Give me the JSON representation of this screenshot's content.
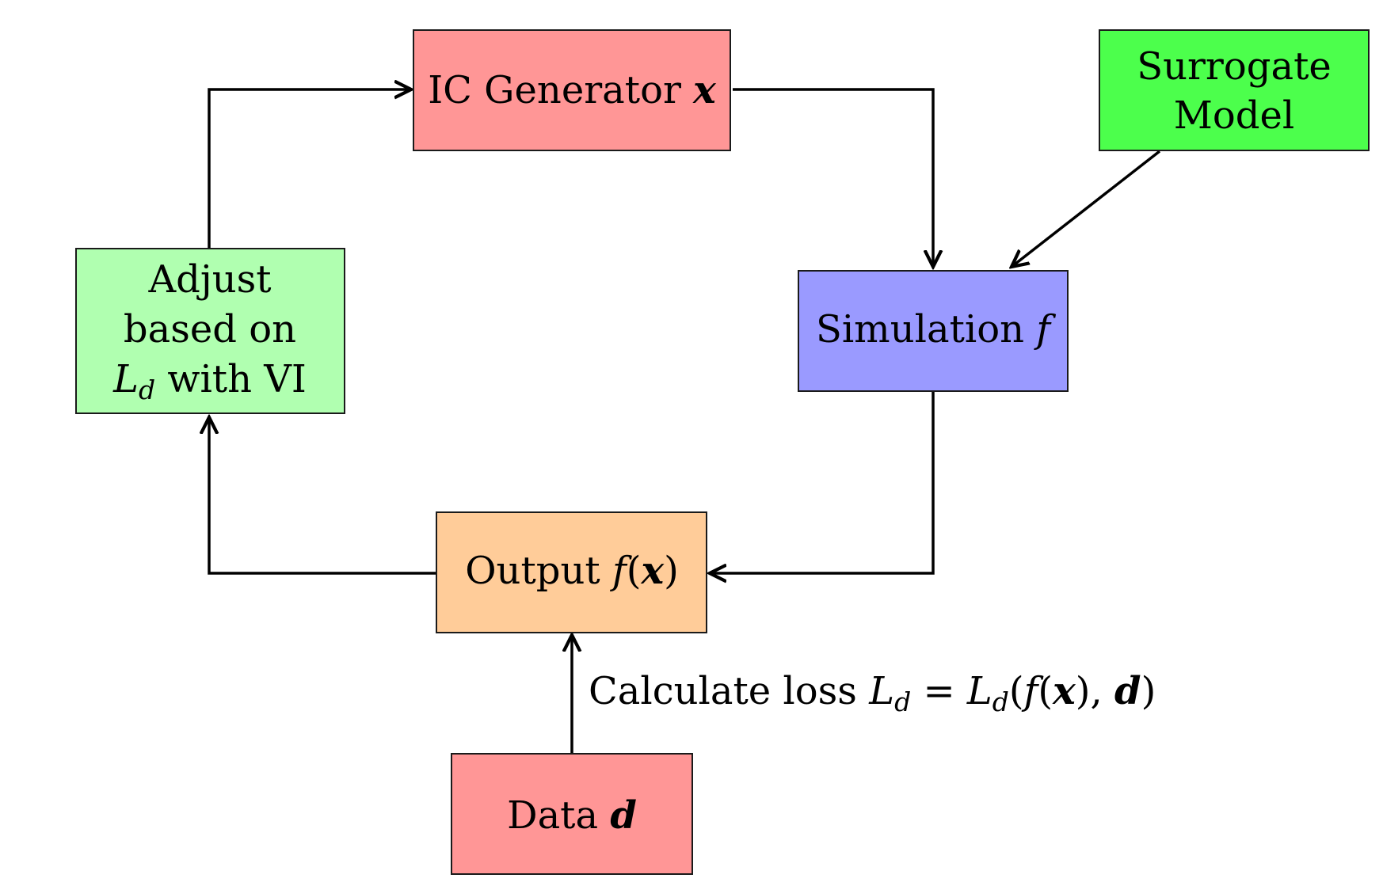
{
  "colors": {
    "ic_generator": "#ff9696",
    "surrogate": "#4cff4c",
    "adjust": "#b0ffb0",
    "simulation": "#9a9aff",
    "output": "#ffcc99",
    "data": "#ff9696",
    "line": "#000000"
  },
  "nodes": {
    "ic_generator": {
      "label": "IC Generator ",
      "var": "x"
    },
    "surrogate": {
      "line1": "Surrogate",
      "line2": "Model"
    },
    "adjust": {
      "line1": "Adjust",
      "line2": "based on",
      "var": "L",
      "sub": "d",
      "tail": " with VI"
    },
    "simulation": {
      "label": "Simulation ",
      "var": "f"
    },
    "output": {
      "label": "Output ",
      "f": "f",
      "open": "(",
      "var": "x",
      "close": ")"
    },
    "data": {
      "label": "Data ",
      "var": "d"
    }
  },
  "edge_label": {
    "prefix": "Calculate loss ",
    "L1": "L",
    "sub1": "d",
    "eq": " = ",
    "L2": "L",
    "sub2": "d",
    "open": "(",
    "f": "f",
    "paren_open": "(",
    "x": "x",
    "paren_close": "), ",
    "d": "d",
    "close": ")"
  },
  "edges": [
    {
      "from": "ic_generator",
      "to": "simulation"
    },
    {
      "from": "surrogate",
      "to": "simulation"
    },
    {
      "from": "simulation",
      "to": "output"
    },
    {
      "from": "output",
      "to": "adjust"
    },
    {
      "from": "adjust",
      "to": "ic_generator"
    },
    {
      "from": "data",
      "to": "output"
    }
  ]
}
